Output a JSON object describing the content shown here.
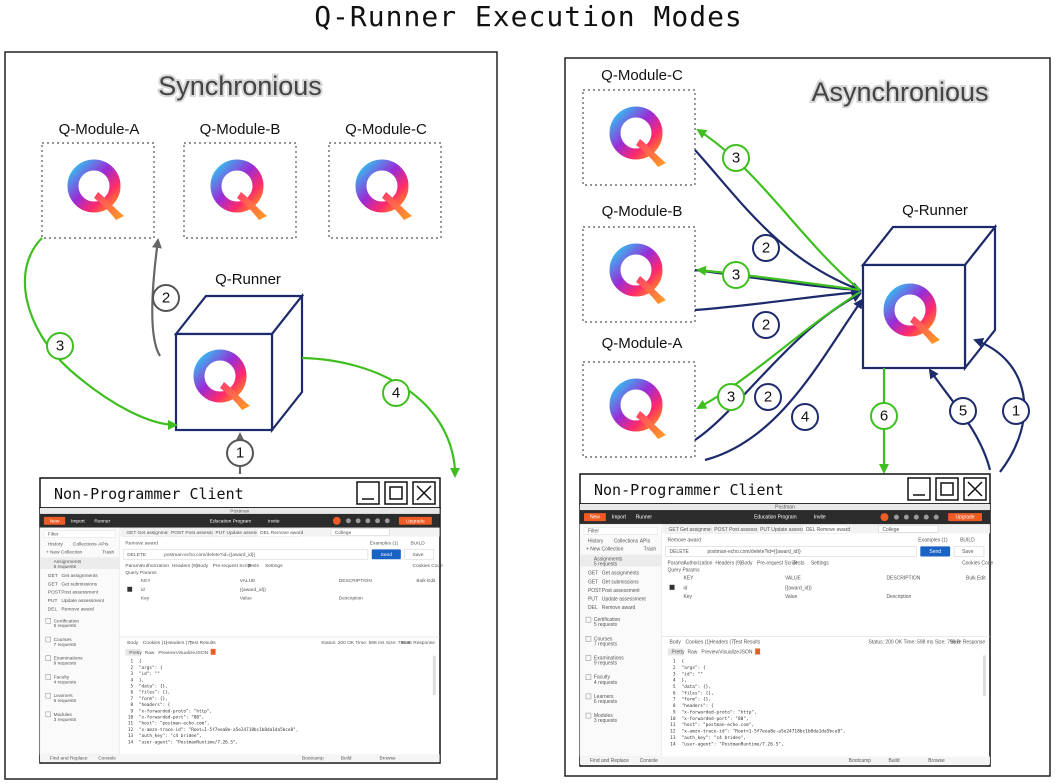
{
  "title": "Q-Runner Execution Modes",
  "sync": {
    "label": "Synchronious",
    "modules": [
      "Q-Module-A",
      "Q-Module-B",
      "Q-Module-C"
    ],
    "runner": "Q-Runner",
    "client_title": "Non-Programmer Client",
    "steps": [
      "1",
      "2",
      "3",
      "4"
    ]
  },
  "async": {
    "label": "Asynchronious",
    "modules": [
      "Q-Module-C",
      "Q-Module-B",
      "Q-Module-A"
    ],
    "runner": "Q-Runner",
    "client_title": "Non-Programmer Client",
    "steps": [
      "3",
      "2",
      "3",
      "2",
      "3",
      "2",
      "4",
      "6",
      "5",
      "1"
    ]
  },
  "postman": {
    "app_title": "Postman",
    "new": "New",
    "import": "Import",
    "runner": "Runner",
    "workspace": "Education Program",
    "invite": "Invite",
    "upgrade": "Upgrade",
    "tabs": [
      "GET  Get assignments",
      "POST  Post assessment",
      "PUT  Update assessm..",
      "DEL  Remove award"
    ],
    "env": "College",
    "request_name": "Remove award",
    "examples": "Examples (1)",
    "build": "BUILD",
    "method": "DELETE",
    "url": "postman-echo.com/delete?id={{award_id}}",
    "send": "Send",
    "save": "Save",
    "req_tabs": [
      "Params",
      "Authorization",
      "Headers (9)",
      "Body",
      "Pre-request Script",
      "Tests",
      "Settings"
    ],
    "cookies": "Cookies  Code",
    "query_params": "Query Params",
    "param_cols": [
      "KEY",
      "VALUE",
      "DESCRIPTION"
    ],
    "bulk": "Bulk Edit",
    "param_row": [
      "id",
      "{{award_id}}",
      ""
    ],
    "param_ph": [
      "Key",
      "Value",
      "Description"
    ],
    "sidebar_search": "Filter",
    "sidebar_tabs": [
      "History",
      "Collections",
      "APIs"
    ],
    "new_collection": "+ New Collection",
    "trash": "Trash",
    "collection": "Assignments",
    "collection_sub": "5 requests",
    "requests": [
      {
        "m": "GET",
        "n": "Get assignments"
      },
      {
        "m": "GET",
        "n": "Get submissions"
      },
      {
        "m": "POST",
        "n": "Post assessment"
      },
      {
        "m": "PUT",
        "n": "Update assessment"
      },
      {
        "m": "DEL",
        "n": "Remove award"
      }
    ],
    "folders": [
      {
        "n": "Certification",
        "s": "5 requests"
      },
      {
        "n": "Courses",
        "s": "7 requests"
      },
      {
        "n": "Examinations",
        "s": "9 requests"
      },
      {
        "n": "Faculty",
        "s": "4 requests"
      },
      {
        "n": "Learners",
        "s": "6 requests"
      },
      {
        "n": "Modules",
        "s": "3 requests"
      }
    ],
    "resp_tabs": [
      "Body",
      "Cookies (1)",
      "Headers (7)",
      "Test Results"
    ],
    "status": "Status: 200 OK   Time: 598 ms   Size: 796 B",
    "save_response": "Save Response",
    "view_tabs": [
      "Pretty",
      "Raw",
      "Preview",
      "Visualize",
      "JSON"
    ],
    "code_lines": [
      "{",
      "  \"args\": {",
      "    \"id\": \"\"",
      "  },",
      "  \"data\": {},",
      "  \"files\": {},",
      "  \"form\": {},",
      "  \"headers\": {",
      "    \"x-forwarded-proto\": \"http\",",
      "    \"x-forwarded-port\": \"80\",",
      "    \"host\": \"postman-echo.com\",",
      "    \"x-amzn-trace-id\": \"Root=1-5f7eea8e-a5e24718bc1b8da1da5bce8\",",
      "    \"auth_key\": \"c4  bridee\",",
      "    \"user-agent\": \"PostmanRuntime/7.26.5\","
    ],
    "footer": [
      "Find and Replace",
      "Console",
      "Bootcamp",
      "Build",
      "Browse"
    ]
  }
}
